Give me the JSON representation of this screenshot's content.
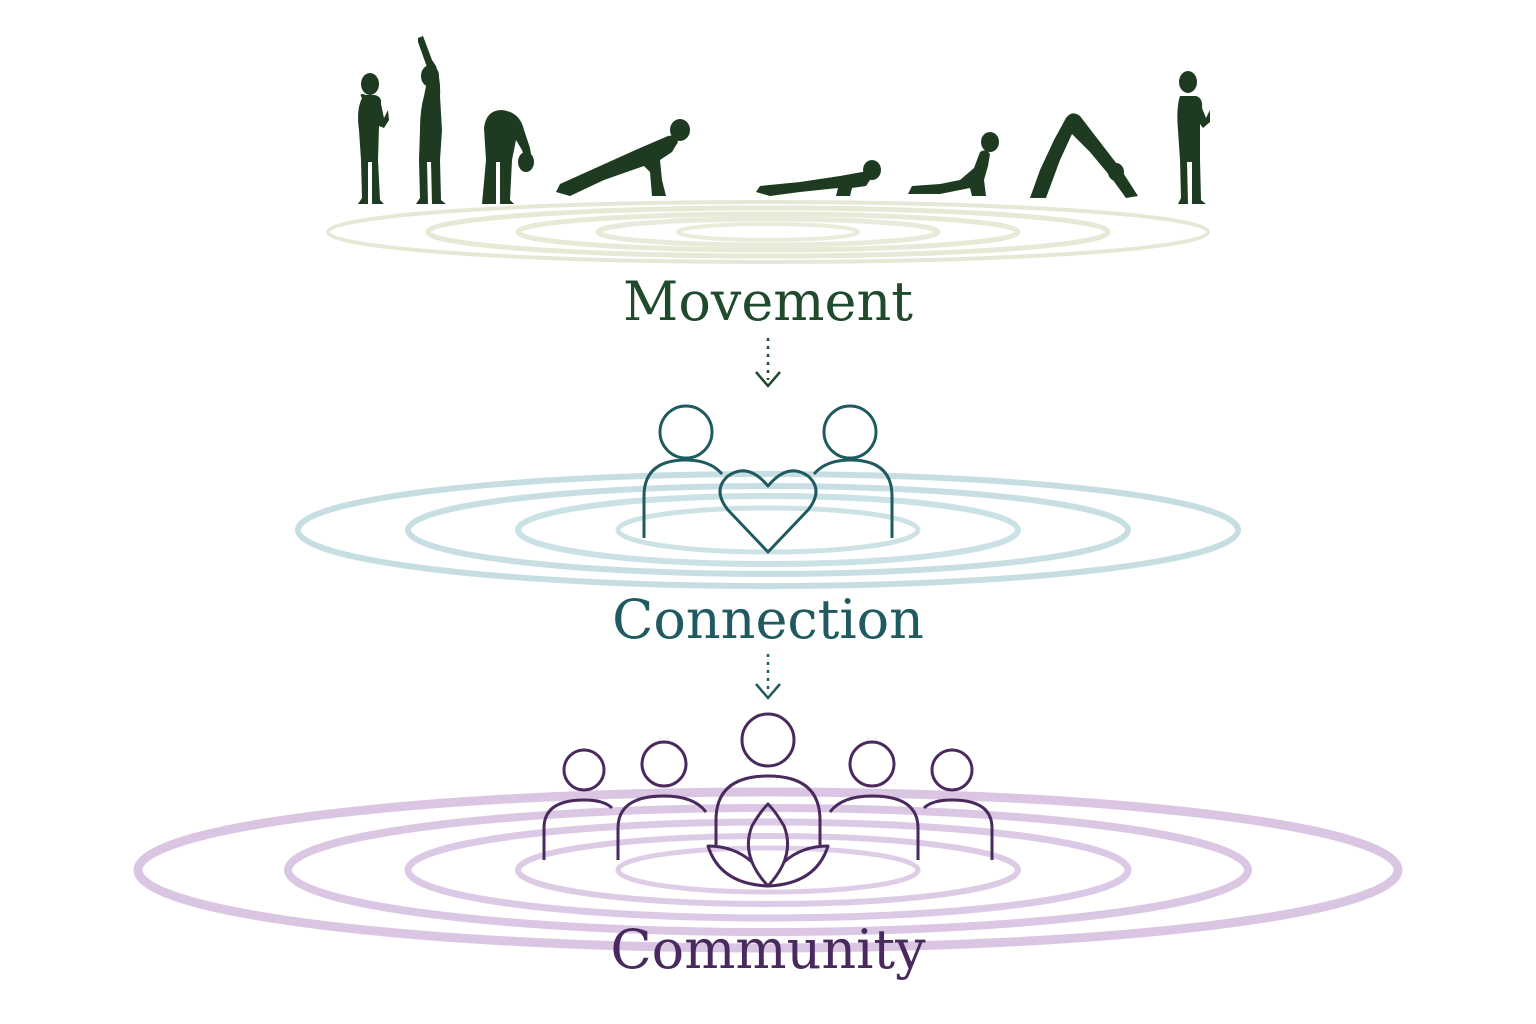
{
  "stages": [
    {
      "label": "Movement",
      "color": "#1f4a2b",
      "ring_color": "#d9dcc0",
      "icon": "yoga-sequence-icon"
    },
    {
      "label": "Connection",
      "color": "#1f5a60",
      "ring_color": "#a7cdd3",
      "icon": "two-people-heart-icon"
    },
    {
      "label": "Community",
      "color": "#4a2a5e",
      "ring_color": "#c6a7d4",
      "icon": "group-lotus-icon"
    }
  ],
  "figure_color": "#1e3b22"
}
